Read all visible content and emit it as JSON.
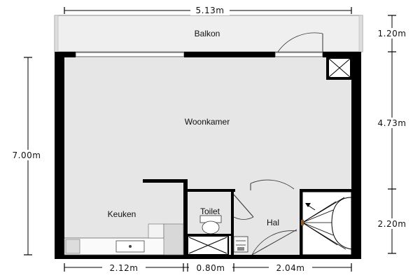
{
  "plan": {
    "rooms": {
      "balkon": "Balkon",
      "woonkamer": "Woonkamer",
      "keuken": "Keuken",
      "toilet": "Toilet",
      "hal": "Hal"
    },
    "dimensions": {
      "top_width": "5.13m",
      "balkon_depth": "1.20m",
      "woonkamer_depth": "4.73m",
      "hal_depth": "2.20m",
      "total_depth": "7.00m",
      "keuken_width": "2.12m",
      "toilet_width": "0.80m",
      "hal_width": "2.04m"
    },
    "colors": {
      "wall": "#000000",
      "floor": "#e6e6e6",
      "balcony": "#efefef"
    }
  }
}
